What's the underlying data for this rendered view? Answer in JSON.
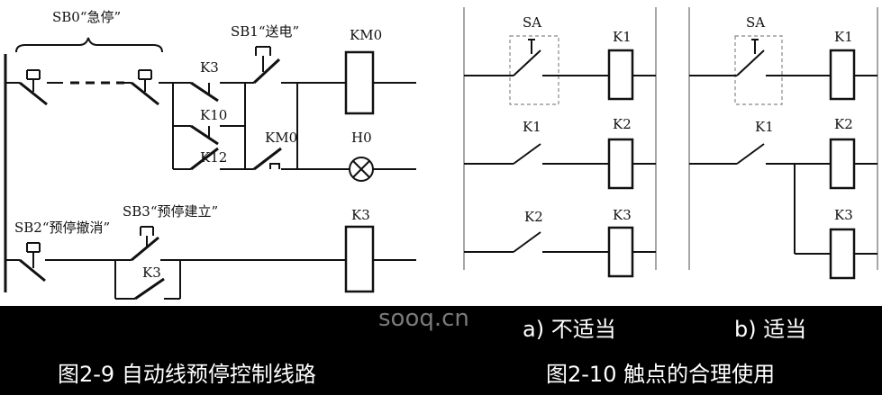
{
  "fig9": {
    "sb0": "SB0“急停”",
    "sb1": "SB1“送电”",
    "sb2": "SB2“预停撤消”",
    "sb3": "SB3“预停建立”",
    "k3_contact": "K3",
    "k10": "K10",
    "k12": "K12",
    "km0_contact": "KM0",
    "km0_coil": "KM0",
    "h0": "H0",
    "k3_coil": "K3",
    "k3_seal": "K3"
  },
  "fig10a": {
    "sa": "SA",
    "k1_contact": "K1",
    "k2_contact": "K2",
    "coil_k1": "K1",
    "coil_k2": "K2",
    "coil_k3": "K3"
  },
  "fig10b": {
    "sa": "SA",
    "k1_contact": "K1",
    "coil_k1": "K1",
    "coil_k2": "K2",
    "coil_k3": "K3"
  },
  "captions": {
    "sub_a": "a) 不适当",
    "sub_b": "b) 适当",
    "fig9_title": "图2-9  自动线预停控制线路",
    "fig10_title": "图2-10  触点的合理使用",
    "watermark": "sooq.cn"
  }
}
